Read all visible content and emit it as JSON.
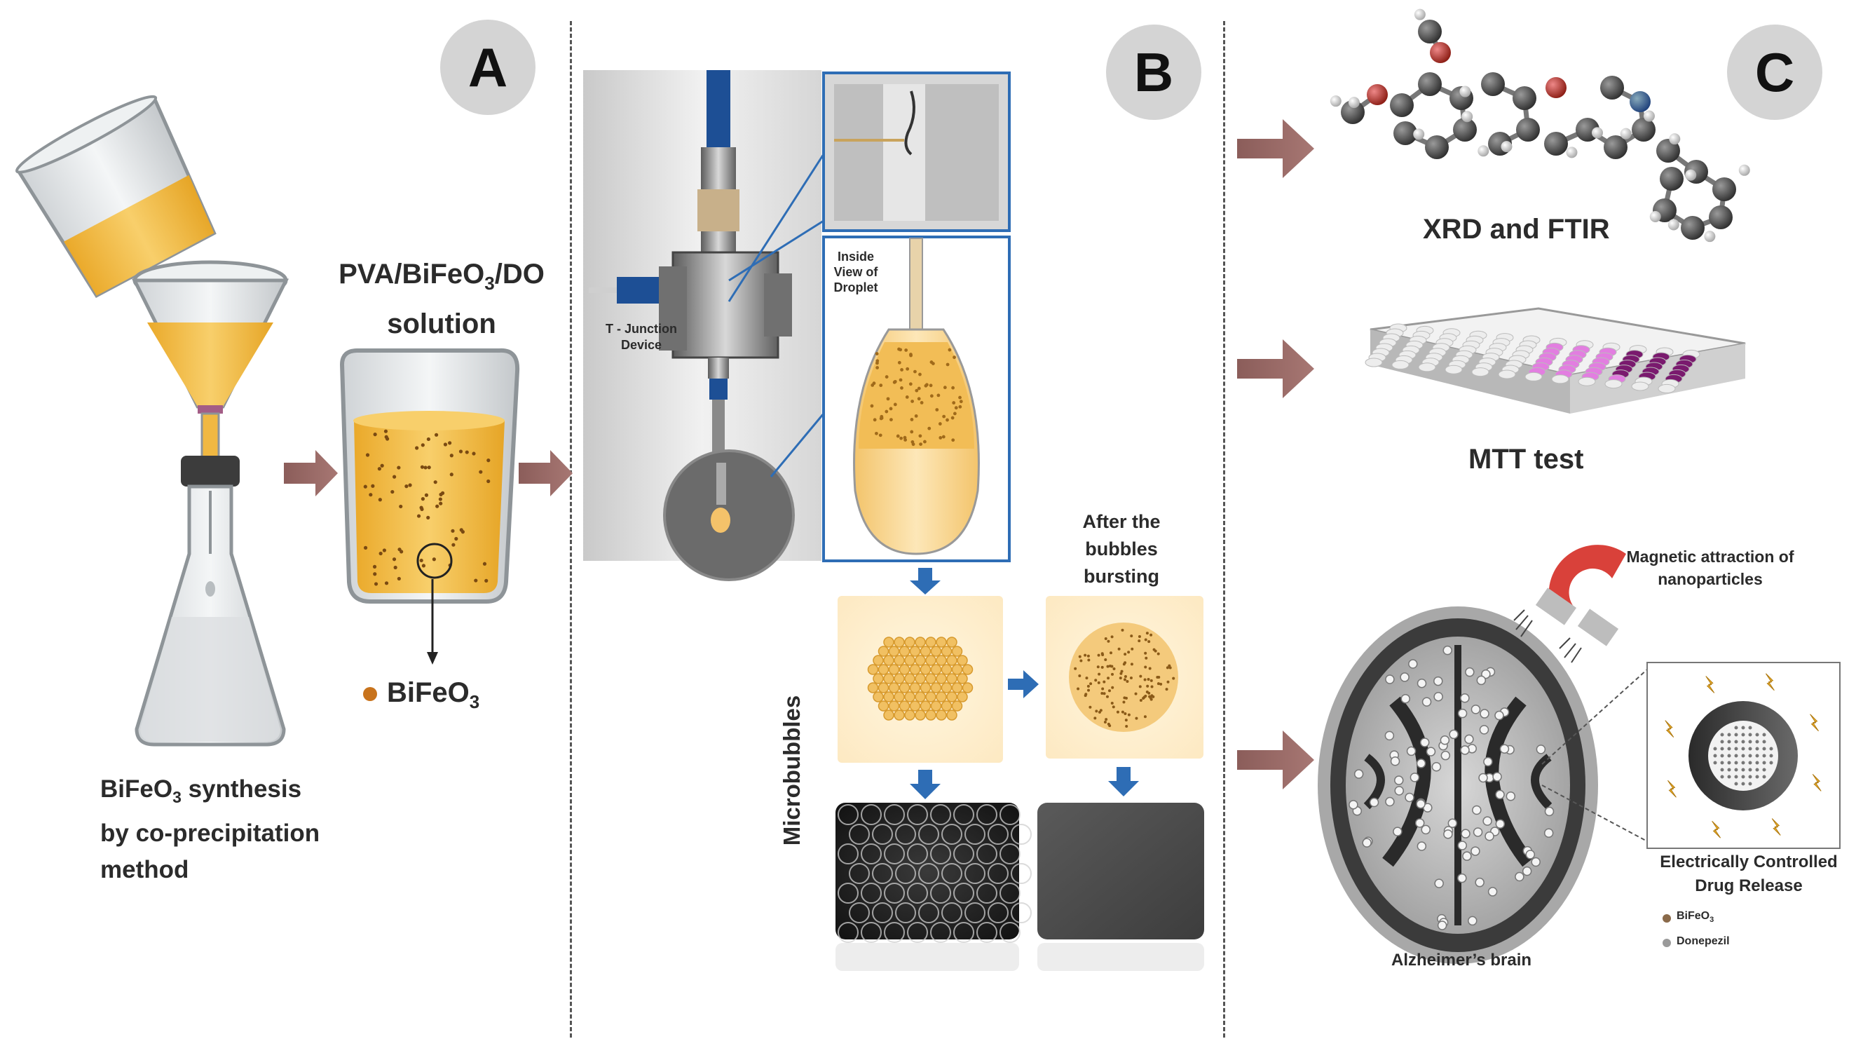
{
  "panels": {
    "a": {
      "label": "A"
    },
    "b": {
      "label": "B"
    },
    "c": {
      "label": "C"
    }
  },
  "panel_a": {
    "solution_title_line1_pre": "PVA/BiFeO",
    "solution_title_line1_sub": "3",
    "solution_title_line1_post": "/DO",
    "solution_title_line2": "solution",
    "legend_pre": "BiFeO",
    "legend_sub": "3",
    "synthesis_line1_pre": "BiFeO",
    "synthesis_line1_sub": "3",
    "synthesis_line1_post": " synthesis",
    "synthesis_line2": "by  co-precipitation",
    "synthesis_line3": "method",
    "colors": {
      "liquid": "#f2b83a",
      "particle": "#c8731c"
    }
  },
  "panel_b": {
    "device_label_line1": "T - Junction",
    "device_label_line2": "Device",
    "inside_view_line1": "Inside",
    "inside_view_line2": "View of",
    "inside_view_line3": "Droplet",
    "after_line1": "After the",
    "after_line2": "bubbles",
    "after_line3": "bursting",
    "microbubbles": "Microbubbles",
    "colors": {
      "arrow": "#2e6db5",
      "tube": "#1d4f95"
    }
  },
  "panel_c": {
    "xrd_label": "XRD and FTIR",
    "mtt_label": "MTT test",
    "magnet_line1": "Magnetic attraction of",
    "magnet_line2": "nanoparticles",
    "release_line1": "Electrically Controlled",
    "release_line2": "Drug Release",
    "brain_label": "Alzheimer’s brain",
    "legend_bifeo_pre": "BiFeO",
    "legend_bifeo_sub": "3",
    "legend_donepezil": "Donepezil",
    "colors": {
      "arrow": "#8b5d5a",
      "well_pink": "#e27ee0",
      "well_dark": "#7a1a6e",
      "magnet": "#d9413a"
    }
  }
}
